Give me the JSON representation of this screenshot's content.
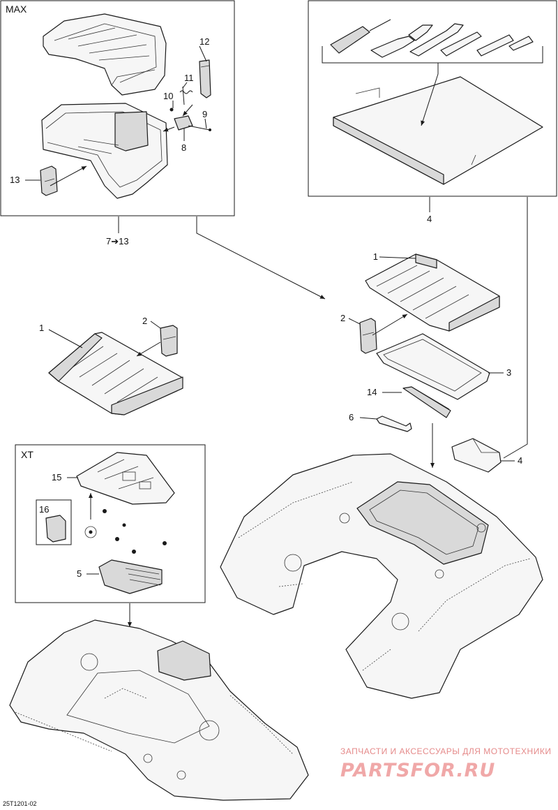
{
  "boxes": {
    "max_title": "MAX",
    "xt_title": "XT"
  },
  "labels": {
    "p1a": "1",
    "p1b": "1",
    "p2a": "2",
    "p2b": "2",
    "p3": "3",
    "p4a": "4",
    "p4b": "4",
    "p5": "5",
    "p6": "6",
    "p7to13": "7➔13",
    "p8": "8",
    "p9": "9",
    "p10": "10",
    "p11": "11",
    "p12": "12",
    "p13": "13",
    "p14": "14",
    "p15": "15",
    "p16": "16"
  },
  "drawing_code": "25T1201-02",
  "watermark": {
    "line1": "ЗАПЧАСТИ И АКСЕССУАРЫ ДЛЯ МОТОТЕХНИКИ",
    "line2": "PARTSFOR.RU"
  }
}
